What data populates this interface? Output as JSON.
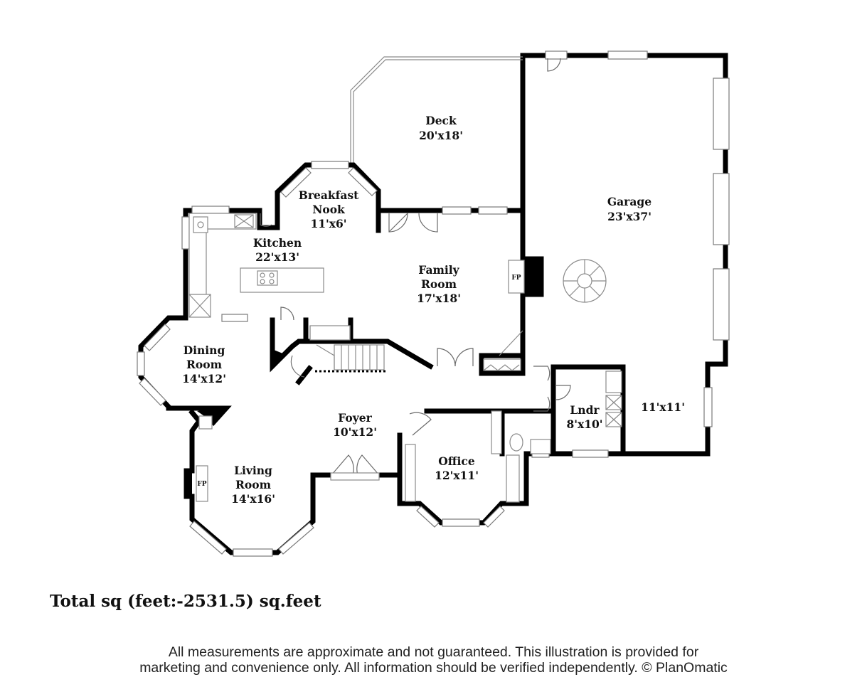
{
  "rooms": {
    "deck": {
      "name": "Deck",
      "size": "20'x18'"
    },
    "garage": {
      "name": "Garage",
      "size": "23'x37'"
    },
    "breakfast_nook": {
      "name_line1": "Breakfast",
      "name_line2": "Nook",
      "size": "11'x6'"
    },
    "kitchen": {
      "name": "Kitchen",
      "size": "22'x13'"
    },
    "family_room": {
      "name_line1": "Family",
      "name_line2": "Room",
      "size": "17'x18'"
    },
    "dining_room": {
      "name_line1": "Dining",
      "name_line2": "Room",
      "size": "14'x12'"
    },
    "foyer": {
      "name": "Foyer",
      "size": "10'x12'"
    },
    "living_room": {
      "name_line1": "Living",
      "name_line2": "Room",
      "size": "14'x16'"
    },
    "office": {
      "name": "Office",
      "size": "12'x11'"
    },
    "laundry": {
      "name": "Lndr",
      "size": "8'x10'"
    },
    "garage_annex": {
      "size": "11'x11'"
    }
  },
  "fireplaces": {
    "family_room": "FP",
    "living_room": "FP"
  },
  "footer": {
    "total": "Total sq (feet:-2531.5) sq.feet",
    "disclaimer_line1": "All measurements are approximate and not guaranteed. This illustration is provided for",
    "disclaimer_line2": "marketing and convenience only. All information should be verified independently. © PlanOmatic"
  }
}
